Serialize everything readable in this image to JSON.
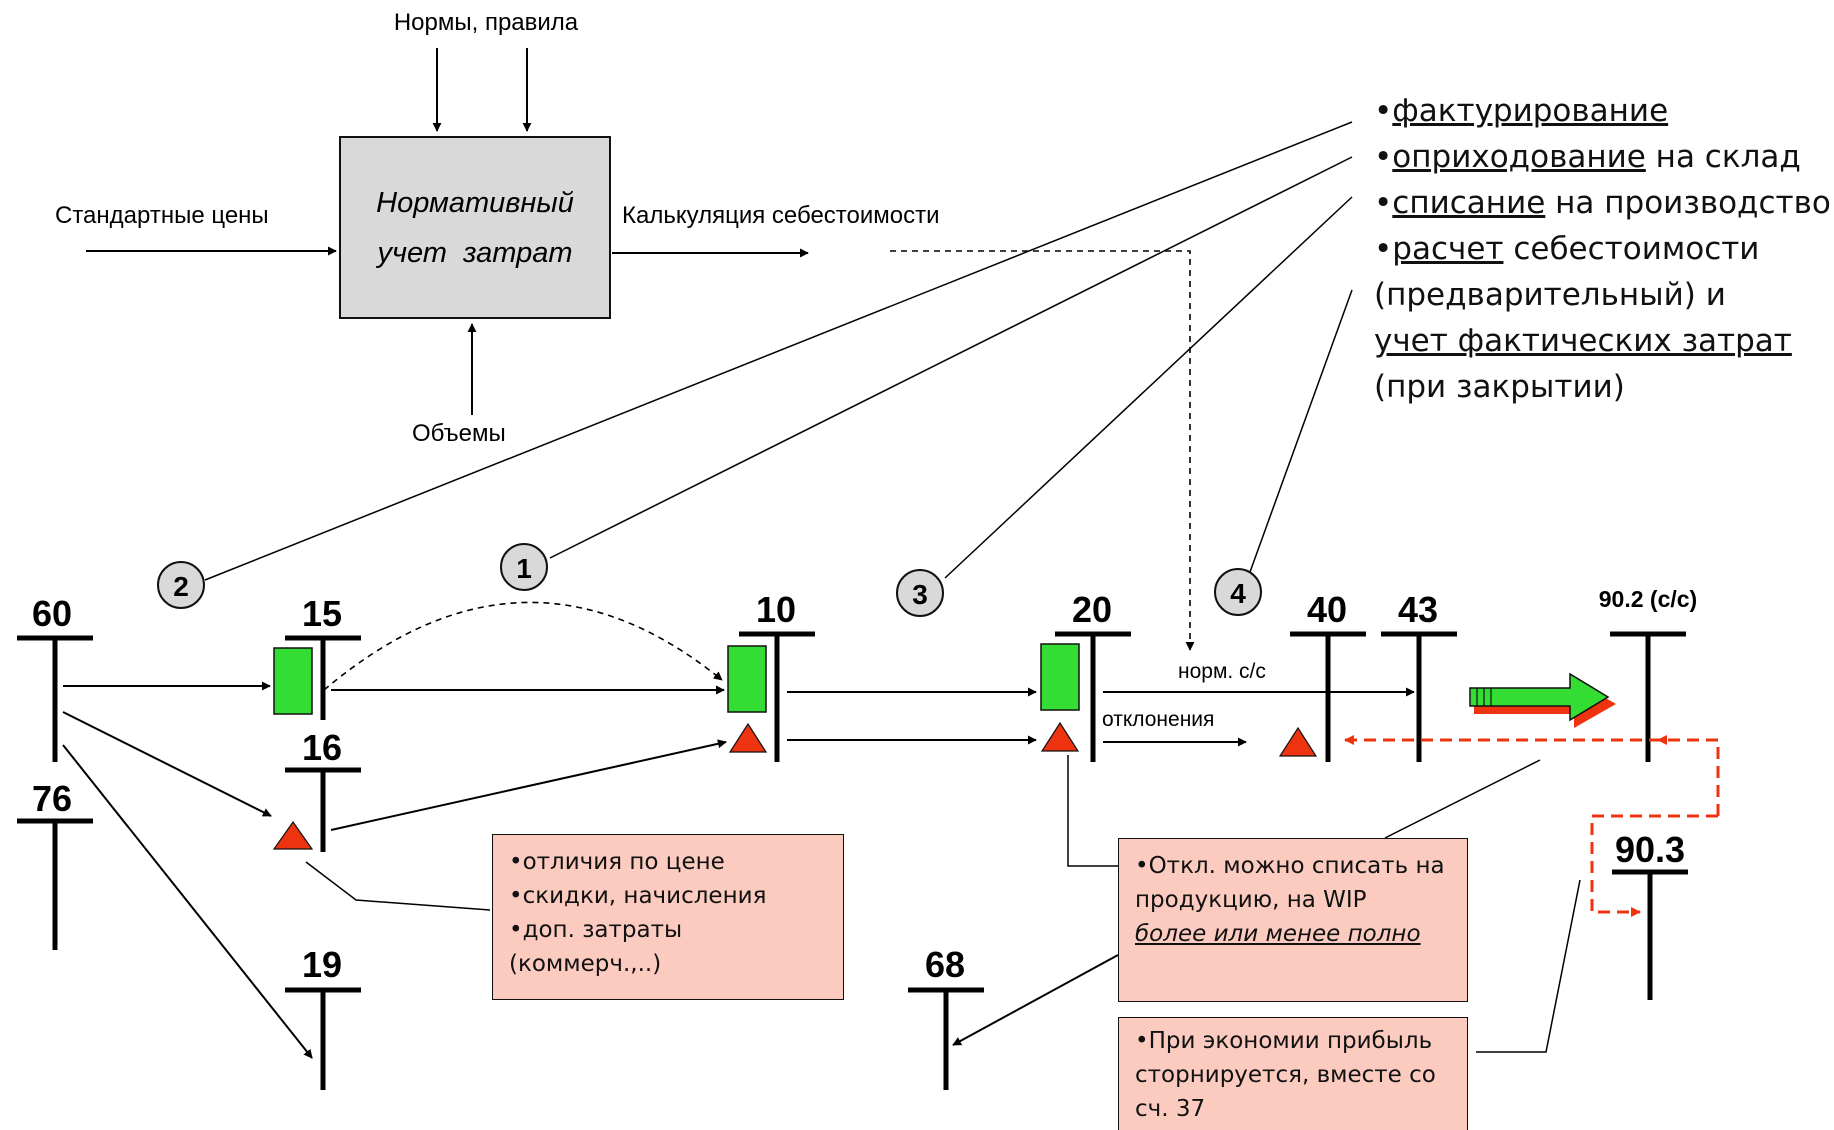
{
  "top_diagram": {
    "box_title_line1": "Нормативный",
    "box_title_line2": "учет  затрат",
    "input_top": "Нормы, правила",
    "input_left": "Стандартные цены",
    "input_bottom": "Объемы",
    "output_right": "Калькуляция себестоимости"
  },
  "process_list": [
    {
      "bullet": "•",
      "underlined": "фактурирование",
      "rest": ""
    },
    {
      "bullet": "•",
      "underlined": "оприходование",
      "rest": " на склад"
    },
    {
      "bullet": "•",
      "underlined": "списание",
      "rest": " на производство"
    },
    {
      "bullet": "•",
      "underlined": "расчет",
      "rest": " себестоимости"
    }
  ],
  "process_list_cont": {
    "line5": "(предварительный) и",
    "line6": "учет фактических затрат",
    "line7": "(при закрытии)"
  },
  "steps": [
    "1",
    "2",
    "3",
    "4"
  ],
  "accounts": {
    "a60": "60",
    "a76": "76",
    "a15": "15",
    "a16": "16",
    "a19": "19",
    "a10": "10",
    "a20": "20",
    "a40": "40",
    "a43": "43",
    "a68": "68",
    "a902": "90.2 (с/с)",
    "a903": "90.3"
  },
  "flow_labels": {
    "norm_cost": "норм. с/с",
    "deviations": "отклонения"
  },
  "notes": {
    "price_diff": [
      "•отличия по цене",
      "•скидки, начисления",
      "•доп. затраты",
      "(коммерч.,..)"
    ],
    "write_off": [
      "•Откл. можно списать на",
      "продукцию, на WIP"
    ],
    "write_off_em": "более или менее полно",
    "economy": [
      "•При экономии прибыль",
      "сторнируется, вместе со",
      "сч. 37"
    ]
  },
  "colors": {
    "standard_part": "#33dd33",
    "deviation_part": "#ee3311",
    "box_fill": "#d9d9d9",
    "note_fill": "#fbcbc0",
    "storno_dash": "#ee3311"
  }
}
